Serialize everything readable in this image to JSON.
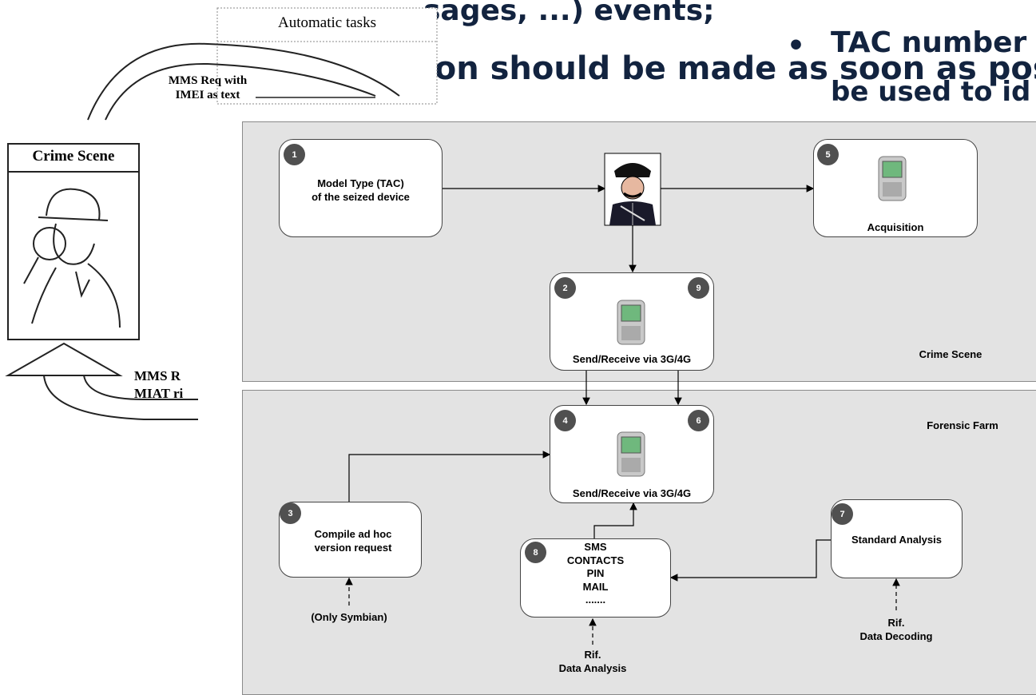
{
  "background_slide": {
    "line1": "sages, ...) events;",
    "line2": "ion should be made as soon as pos",
    "bullet": "•",
    "bullet_text1": "TAC number (",
    "bullet_text2": "be used to id"
  },
  "left_figure": {
    "automatic_tasks": "Automatic tasks",
    "mms_req_top": "MMS Req with\nIMEI as text",
    "crime_scene": "Crime Scene",
    "mms_r_bottom": "MMS R\nMIAT ri"
  },
  "diagram": {
    "panels": {
      "top": "Crime Scene",
      "bottom": "Forensic Farm"
    },
    "nodes": [
      {
        "num": "1",
        "label": "Model Type (TAC)\nof the seized device"
      },
      {
        "num": "5",
        "label": "Acquisition"
      },
      {
        "num": "2",
        "num_b": "9",
        "label": "Send/Receive via 3G/4G"
      },
      {
        "num": "4",
        "num_b": "6",
        "label": "Send/Receive via 3G/4G"
      },
      {
        "num": "3",
        "label": "Compile ad hoc\nversion request",
        "note": "(Only Symbian)"
      },
      {
        "num": "8",
        "label": "SMS\nCONTACTS\nPIN\nMAIL\n.......",
        "note": "Rif.\nData Analysis"
      },
      {
        "num": "7",
        "label": "Standard Analysis",
        "note": "Rif.\nData Decoding"
      }
    ]
  },
  "colors": {
    "panel": "#e3e3e3",
    "badge": "#505050",
    "slide_text": "#12233f"
  }
}
